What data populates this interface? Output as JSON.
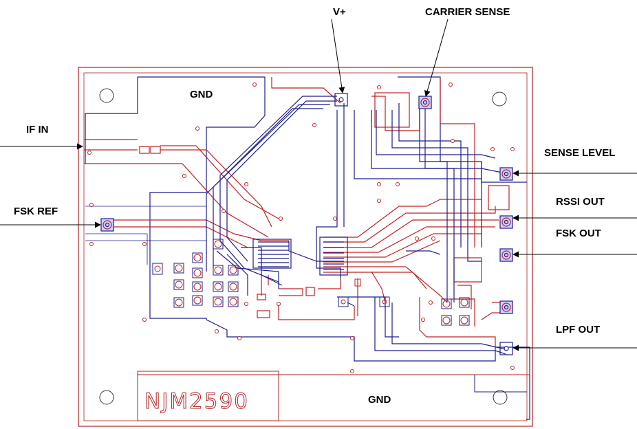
{
  "colors": {
    "top_copper": "#1c1c8c",
    "bottom_copper": "#c02020",
    "board_outline": "#b02020",
    "pin_label": "#000000"
  },
  "silkscreen": {
    "part_number": "NJM2590"
  },
  "copper_labels": {
    "gnd_top": "GND",
    "gnd_bottom": "GND"
  },
  "pins": {
    "v_plus": "V+",
    "carrier_sense": "CARRIER SENSE",
    "if_in": "IF IN",
    "fsk_ref": "FSK REF",
    "sense_level": "SENSE LEVEL",
    "rssi_out": "RSSI OUT",
    "fsk_out": "FSK OUT",
    "lpf_out": "LPF OUT"
  }
}
